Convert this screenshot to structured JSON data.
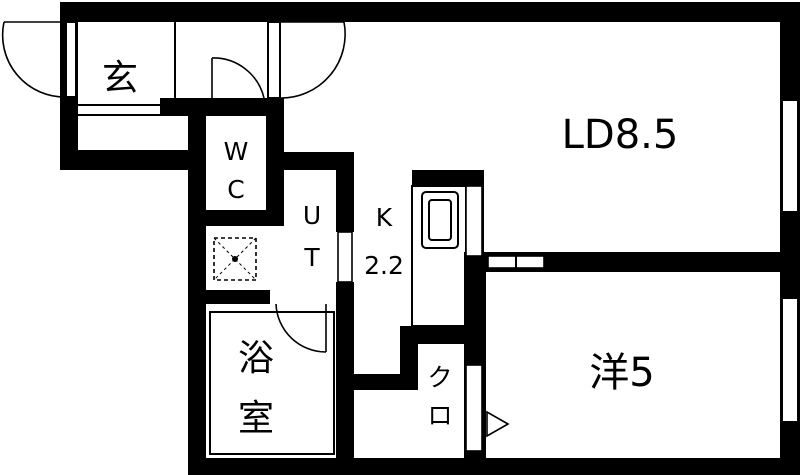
{
  "rooms": {
    "entrance": "玄",
    "toilet": [
      "W",
      "C"
    ],
    "utility": [
      "U",
      "T"
    ],
    "kitchen": [
      "K",
      "2.2"
    ],
    "living": "LD8.5",
    "bath": [
      "浴",
      "室"
    ],
    "closet": [
      "ク",
      "ロ"
    ],
    "western": "洋5"
  },
  "colors": {
    "wall": "#000000",
    "background": "#ffffff"
  }
}
